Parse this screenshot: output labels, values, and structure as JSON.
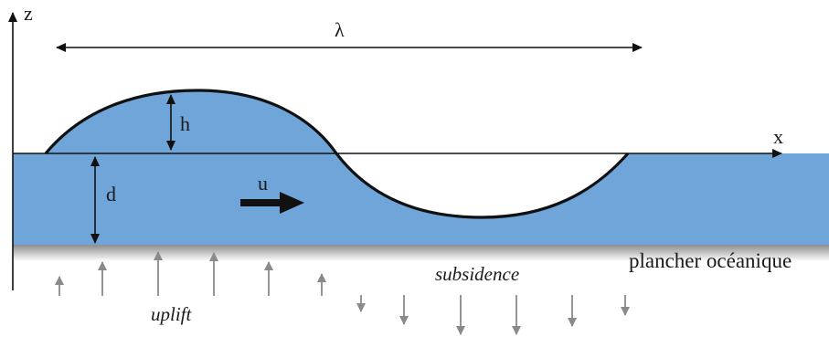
{
  "labels": {
    "z_axis": "z",
    "x_axis": "x",
    "wavelength": "λ",
    "amplitude": "h",
    "depth": "d",
    "velocity": "u",
    "seafloor": "plancher océanique",
    "uplift": "uplift",
    "subsidence": "subsidence"
  },
  "colors": {
    "water": "#6fa5d9",
    "outline": "#111111",
    "floor_shadow": "#9a9a9a",
    "motion_arrows": "#8a8a8a"
  },
  "motion": {
    "uplift_arrow_count": 6,
    "subsidence_arrow_count": 6
  }
}
